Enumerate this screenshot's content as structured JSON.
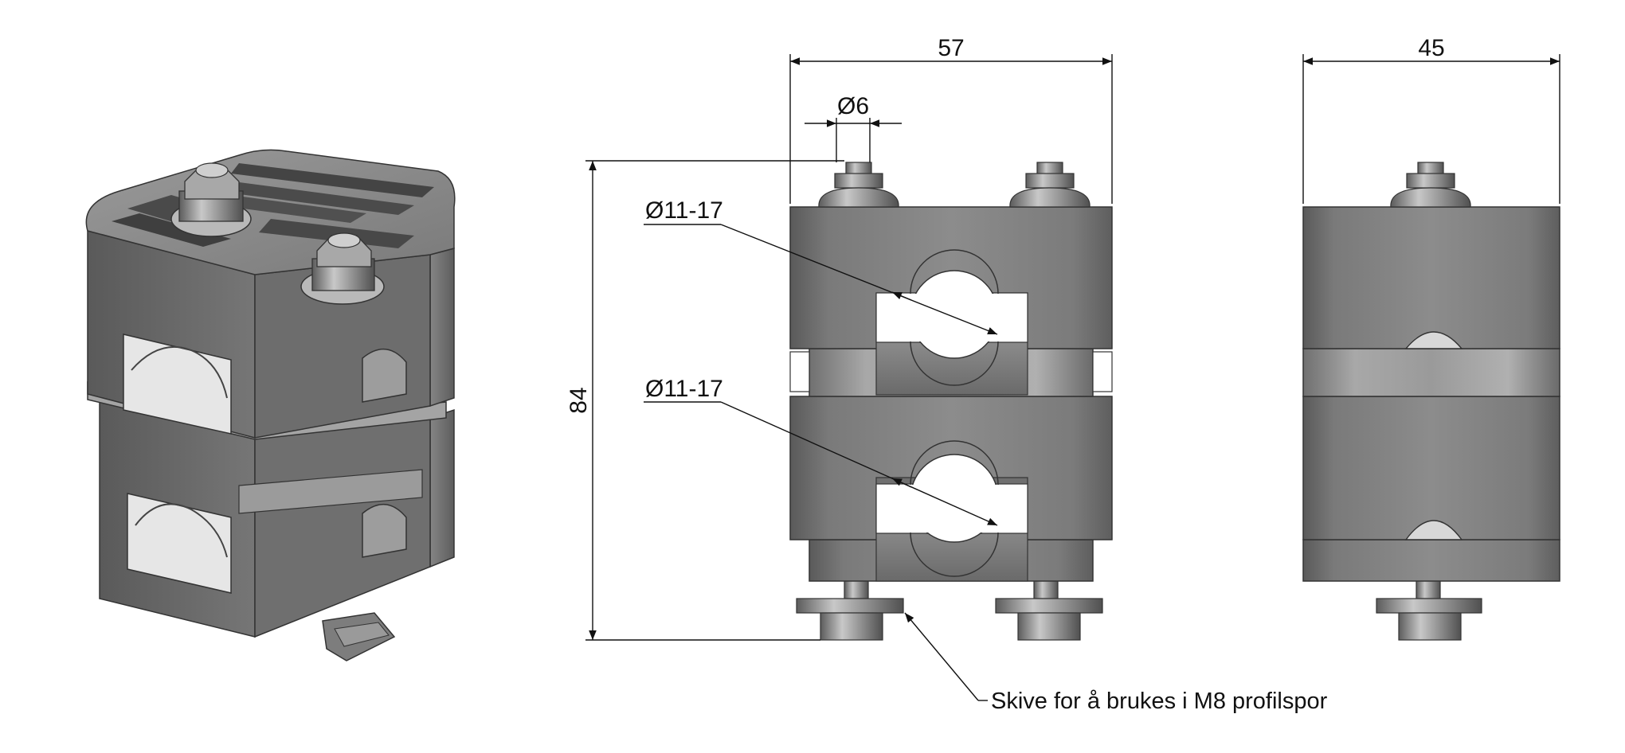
{
  "dimensions": {
    "width_front": "57",
    "width_side": "45",
    "height": "84",
    "bolt_diameter": "Ø6",
    "clamp_upper": "Ø11-17",
    "clamp_lower": "Ø11-17"
  },
  "annotation": {
    "washer_note": "Skive for å brukes i M8 profilspor"
  }
}
